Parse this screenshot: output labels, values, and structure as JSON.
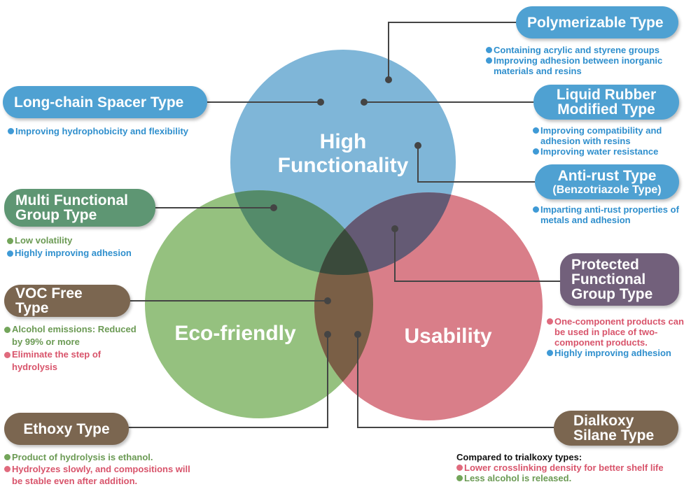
{
  "circles": {
    "high_functionality": {
      "label_lines": [
        "High",
        "Functionality"
      ],
      "color": "#7fb6d8"
    },
    "eco_friendly": {
      "label": "Eco-friendly",
      "color": "#95c17f"
    },
    "usability": {
      "label": "Usability",
      "color": "#d97e89"
    },
    "overlaps": {
      "high_eco": "#548b6a",
      "high_usability": "#645a74",
      "eco_usability": "#7a5f46",
      "center": "#3a4a3b"
    }
  },
  "types": {
    "polymerizable": {
      "title_lines": [
        "Polymerizable Type"
      ],
      "notes": [
        {
          "text": "Containing acrylic and styrene groups",
          "color": "blue"
        },
        {
          "text": "Improving adhesion between inorganic materials and resins",
          "color": "blue"
        }
      ]
    },
    "long_chain": {
      "title_lines": [
        "Long-chain Spacer Type"
      ],
      "notes": [
        {
          "text": "Improving hydrophobicity and flexibility",
          "color": "blue"
        }
      ]
    },
    "liquid_rubber": {
      "title_lines": [
        "Liquid Rubber",
        "Modified Type"
      ],
      "notes": [
        {
          "text": "Improving compatibility and adhesion with resins",
          "color": "blue"
        },
        {
          "text": "Improving water resistance",
          "color": "blue"
        }
      ]
    },
    "anti_rust": {
      "title_lines": [
        "Anti-rust Type",
        "(Benzotriazole Type)"
      ],
      "notes": [
        {
          "text": "Imparting anti-rust properties of metals and adhesion",
          "color": "blue"
        }
      ]
    },
    "multi_functional": {
      "title_lines": [
        "Multi Functional",
        "Group Type"
      ],
      "notes": [
        {
          "text": "Low volatility",
          "color": "green"
        },
        {
          "text": "Highly improving adhesion",
          "color": "blue"
        }
      ]
    },
    "protected_functional": {
      "title_lines": [
        "Protected",
        "Functional",
        "Group Type"
      ],
      "notes": [
        {
          "text": "One-component products can be used in place of two-component products.",
          "color": "red"
        },
        {
          "text": "Highly improving adhesion",
          "color": "blue"
        }
      ]
    },
    "voc_free": {
      "title_lines": [
        "VOC Free Type"
      ],
      "notes": [
        {
          "text": "Alcohol emissions: Reduced by 99% or more",
          "color": "green"
        },
        {
          "text": "Eliminate the step of hydrolysis",
          "color": "red"
        }
      ]
    },
    "ethoxy": {
      "title_lines": [
        "Ethoxy Type"
      ],
      "notes": [
        {
          "text": "Product of hydrolysis is ethanol.",
          "color": "green"
        },
        {
          "text": "Hydrolyzes slowly, and compositions will be stable even after addition.",
          "color": "red"
        }
      ]
    },
    "dialkoxy": {
      "title_lines": [
        "Dialkoxy",
        "Silane Type"
      ],
      "intro": "Compared to trialkoxy types:",
      "notes": [
        {
          "text": "Lower crosslinking density for better shelf life",
          "color": "red"
        },
        {
          "text": "Less alcohol is released.",
          "color": "green"
        }
      ]
    }
  }
}
